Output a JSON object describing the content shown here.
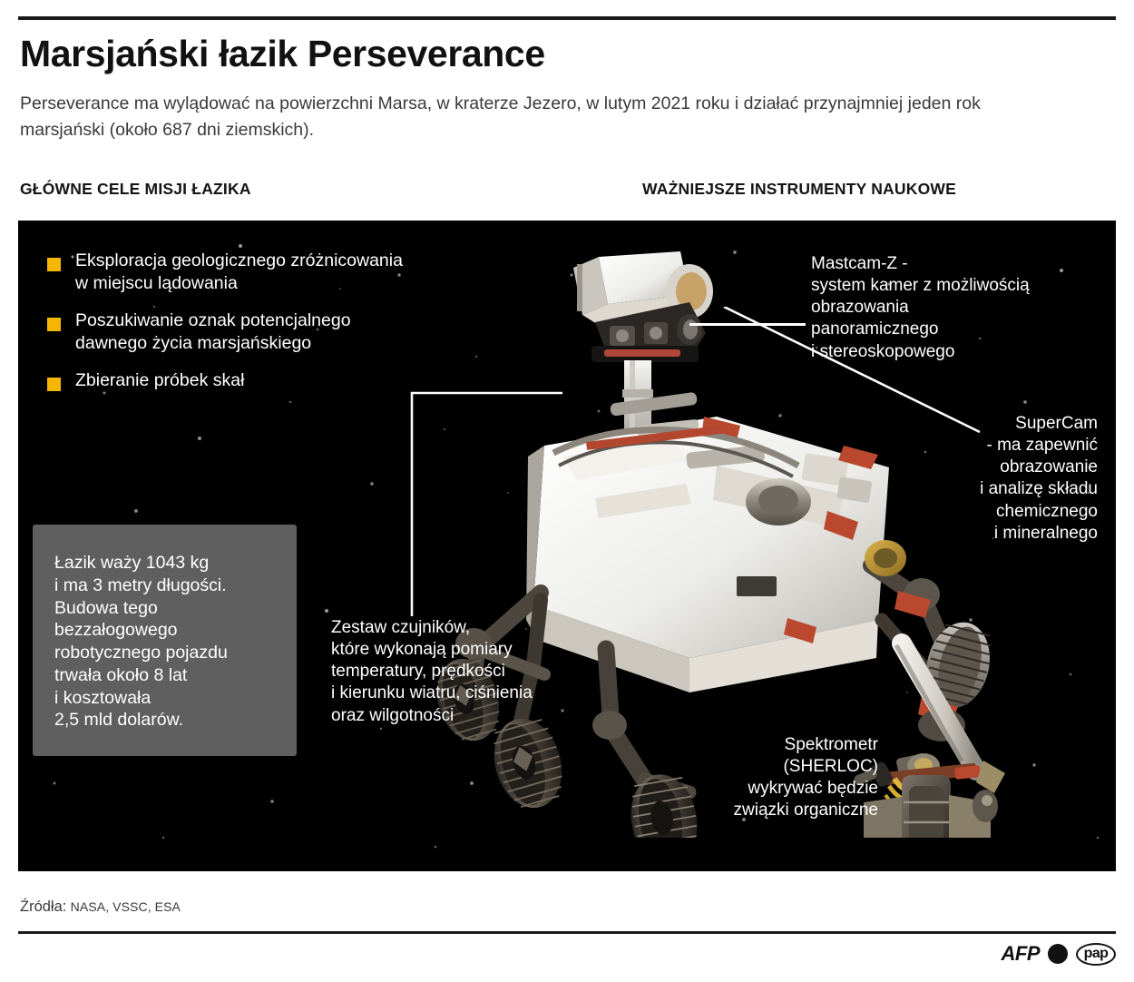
{
  "header": {
    "title": "Marsjański łazik Perseverance",
    "standfirst": "Perseverance ma wylądować na powierzchni Marsa, w kraterze Jezero, w lutym 2021 roku i działać przynajmniej jeden rok marsjański (około 687 dni ziemskich).",
    "section_left": "GŁÓWNE CELE MISJI ŁAZIKA",
    "section_right": "WAŻNIEJSZE INSTRUMENTY NAUKOWE"
  },
  "goals": [
    "Eksploracja geologicznego zróżnicowania\nw miejscu lądowania",
    "Poszukiwanie oznak potencjalnego\ndawnego życia marsjańskiego",
    "Zbieranie próbek skał"
  ],
  "infobox": {
    "text": "Łazik waży 1043 kg\ni ma 3 metry długości.\nBudowa tego\nbezzałogowego\nrobotycznego pojazdu\ntrwała około 8 lat\ni kosztowała\n2,5 mld dolarów."
  },
  "callouts": {
    "mastcam": "Mastcam-Z -\nsystem kamer z możliwością\nobrazowania\npanoramicznego\ni stereoskopowego",
    "supercam": "SuperCam\n- ma zapewnić\nobrazowanie\ni analizę składu\nchemicznego\ni mineralnego",
    "sensors": "Zestaw czujników,\nktóre wykonają pomiary\ntemperatury, prędkości\ni kierunku wiatru, ciśnienia\noraz wilgotności",
    "sherloc": "Spektrometr\n(SHERLOC)\nwykrywać będzie\nzwiązki organiczne"
  },
  "footer": {
    "source_label": "Źródła:",
    "source_values": "NASA, VSSC, ESA",
    "logo_afp": "AFP",
    "logo_pap": "pap"
  },
  "colors": {
    "bullet": "#f5b600",
    "panel_bg": "#000000",
    "infobox_bg": "#5f5f5f",
    "text_light": "#ffffff",
    "text_dark": "#111111"
  }
}
